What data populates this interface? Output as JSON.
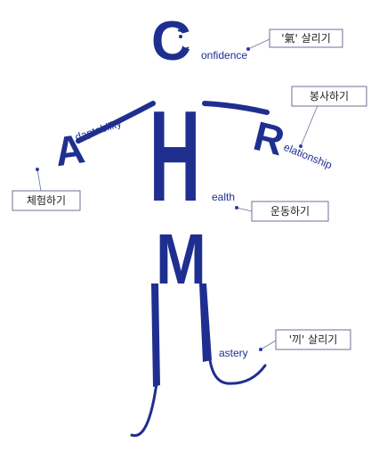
{
  "figure": {
    "letters": {
      "c": "C",
      "h": "H",
      "a": "A",
      "r": "R",
      "m": "M"
    },
    "words": {
      "confidence": "onfidence",
      "adaptability": "daptability",
      "relationship": "elationship",
      "health": "ealth",
      "mastery": "astery"
    }
  },
  "labels": {
    "confidence": "'氣' 살리기",
    "relationship": "봉사하기",
    "adaptability": "체험하기",
    "health": "운동하기",
    "mastery": "'끼' 살리기"
  },
  "colors": {
    "figure": "#1f2f8f",
    "box_border": "#6b7299",
    "dot": "#2b3aa8"
  }
}
